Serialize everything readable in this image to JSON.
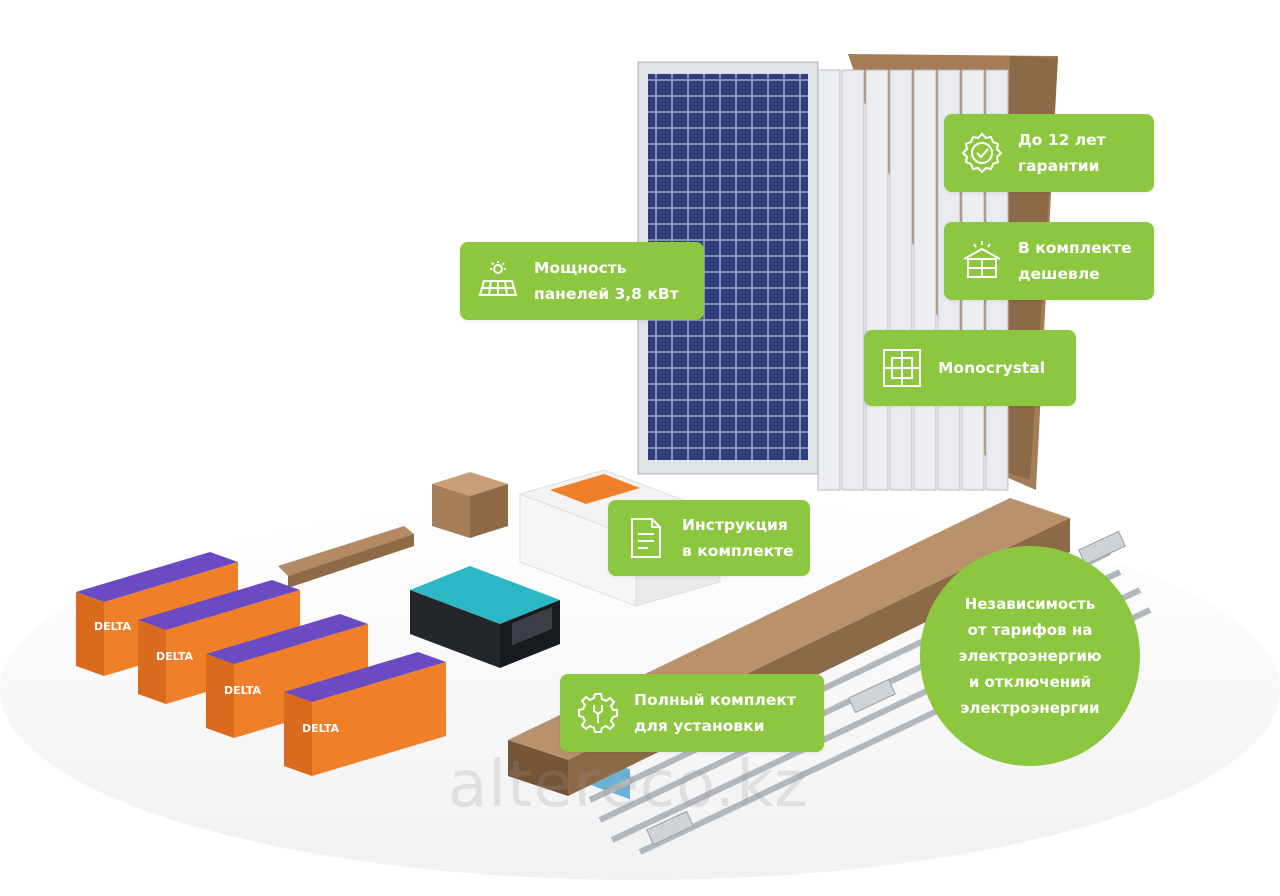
{
  "badges": {
    "power": "Мощность\nпанелей 3,8 кВт",
    "warranty": "До 12 лет\nгарантии",
    "cheaper": "В комплекте\nдешевле",
    "mono": "Monocrystal",
    "manual": "Инструкция\nв комплекте",
    "full_kit": "Полный комплект\nдля установки"
  },
  "circle_text": "Независимость\nот тарифов на\nэлектроэнергию\nи отключений\nэлектроэнергии",
  "watermark": "altereco.kz",
  "brand_text": "DELTA",
  "icons": {
    "power": "solar-panel-sun-icon",
    "warranty": "seal-check-icon",
    "cheaper": "house-discount-icon",
    "mono": "cell-grid-icon",
    "manual": "document-icon",
    "full_kit": "gear-wrench-icon"
  },
  "colors": {
    "accent_green": "#8dc63f",
    "battery_orange": "#f07f2a",
    "battery_purple": "#6a4bc4",
    "panel_blue": "#2e3f7a",
    "cardboard": "#a9815b"
  }
}
